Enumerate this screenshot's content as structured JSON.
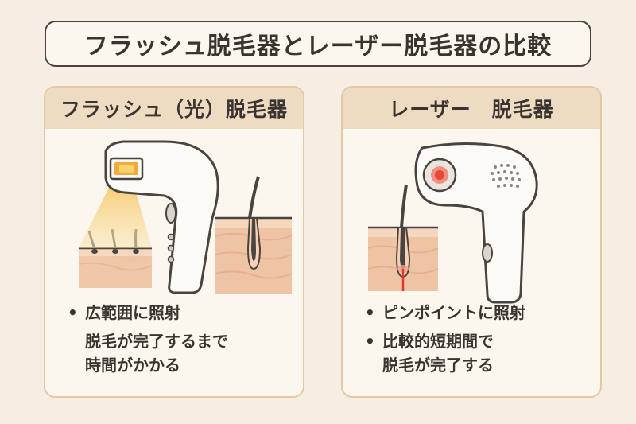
{
  "title": "フラッシュ脱毛器とレーザー脱毛器の比較",
  "left_panel": {
    "header": "フラッシュ（光）脱毛器",
    "bullets": [
      {
        "dot": "•",
        "lines": [
          "広範囲に照射",
          "脱毛が完了するまで",
          "時間がかかる"
        ]
      }
    ]
  },
  "right_panel": {
    "header": "レーザー　脱毛器",
    "bullets": [
      {
        "dot": "•",
        "lines": [
          "ピンポイントに照射"
        ]
      },
      {
        "dot": "•",
        "lines": [
          "比較的短期間で",
          "脱毛が完了する"
        ]
      }
    ]
  },
  "icons": [
    "flash-epilator-icon",
    "laser-epilator-icon",
    "skin-hair-cross-section-icon"
  ],
  "colors": {
    "background": "#f6eee2",
    "panel_header": "#eddcc1",
    "panel_border": "#e3c9a2",
    "device_body": "#fbfaf7",
    "outline": "#4a4440",
    "flash_light": "#f8d98a",
    "skin": "#efc4a4",
    "skin_surface": "#f5d7be",
    "laser_red": "#e03a2e"
  }
}
